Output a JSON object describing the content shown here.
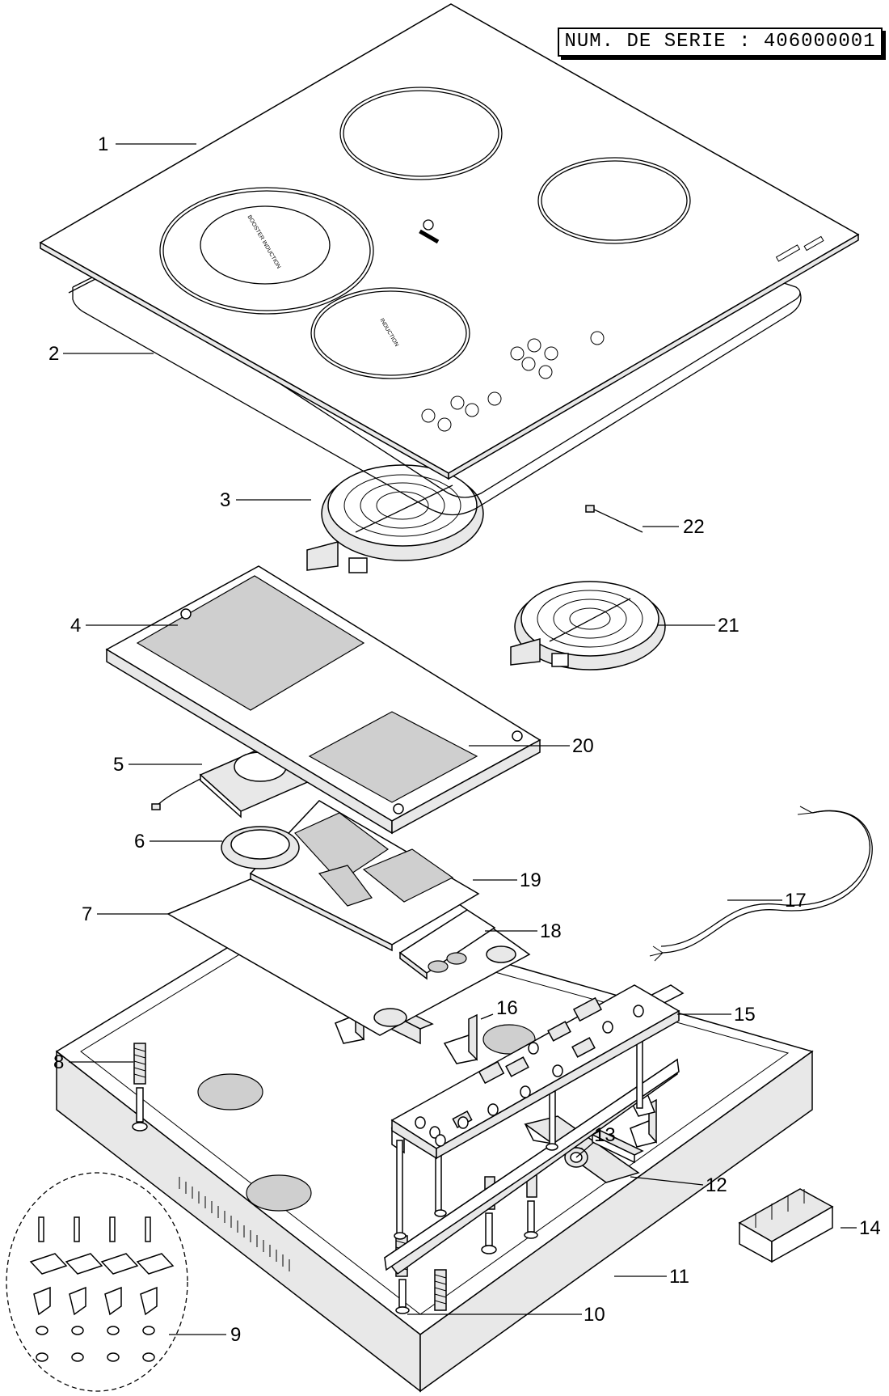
{
  "serial_label": "NUM. DE SERIE : 406000001",
  "hob_markings": {
    "booster_zone": "BOOSTER INDUCTION",
    "induction_zone": "INDUCTION"
  },
  "callouts": [
    "1",
    "2",
    "3",
    "4",
    "5",
    "6",
    "7",
    "8",
    "9",
    "10",
    "11",
    "12",
    "13",
    "14",
    "15",
    "16",
    "17",
    "18",
    "19",
    "20",
    "21",
    "22"
  ]
}
